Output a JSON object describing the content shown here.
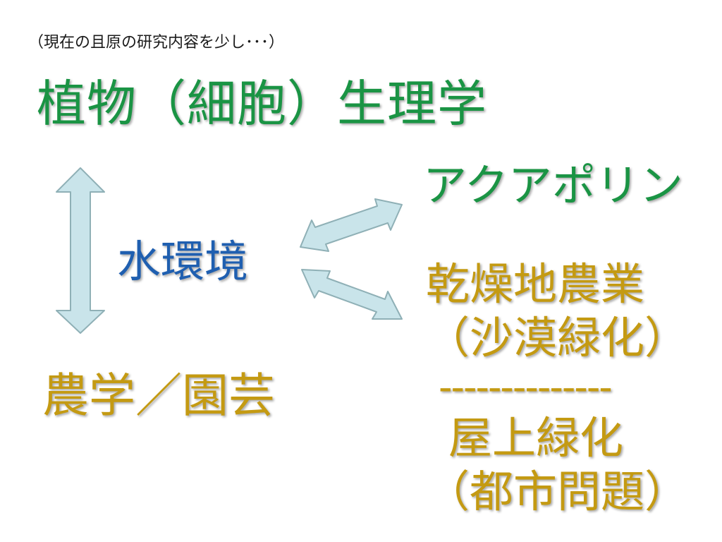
{
  "slide": {
    "subtitle": "（現在の且原の研究内容を少し･･･）",
    "title": "植物（細胞）生理学",
    "center_label": "水環境",
    "bottom_left_label": "農学／園芸",
    "right_top_label": "アクアポリン",
    "right_mid_label": "乾燥地農業",
    "right_mid_sub": "（沙漠緑化）",
    "separator": "--------------",
    "right_bottom_label": "屋上緑化",
    "right_bottom_sub": "（都市問題）"
  },
  "colors": {
    "green": "#1a9444",
    "blue": "#1f5fb0",
    "gold": "#c49a12",
    "arrow_fill": "#c9e4ea",
    "arrow_stroke": "#8fb0b6"
  }
}
